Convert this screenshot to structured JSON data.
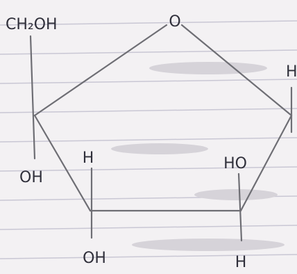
{
  "molecule": {
    "labels": {
      "ring_oxygen": "O",
      "c1_substituent": "CH₂OH",
      "c1_hydroxyl": "OH",
      "c2_hydrogen": "H",
      "c2_hydroxyl": "OH",
      "c3_hydroxyl": "HO",
      "c3_hydrogen": "H",
      "c4_hydrogen": "H"
    }
  },
  "colors": {
    "ink": "#6e6e74",
    "paper": "#f3f1f3",
    "rule": "#c9c7d4",
    "bleed": "#d6d3d9"
  }
}
